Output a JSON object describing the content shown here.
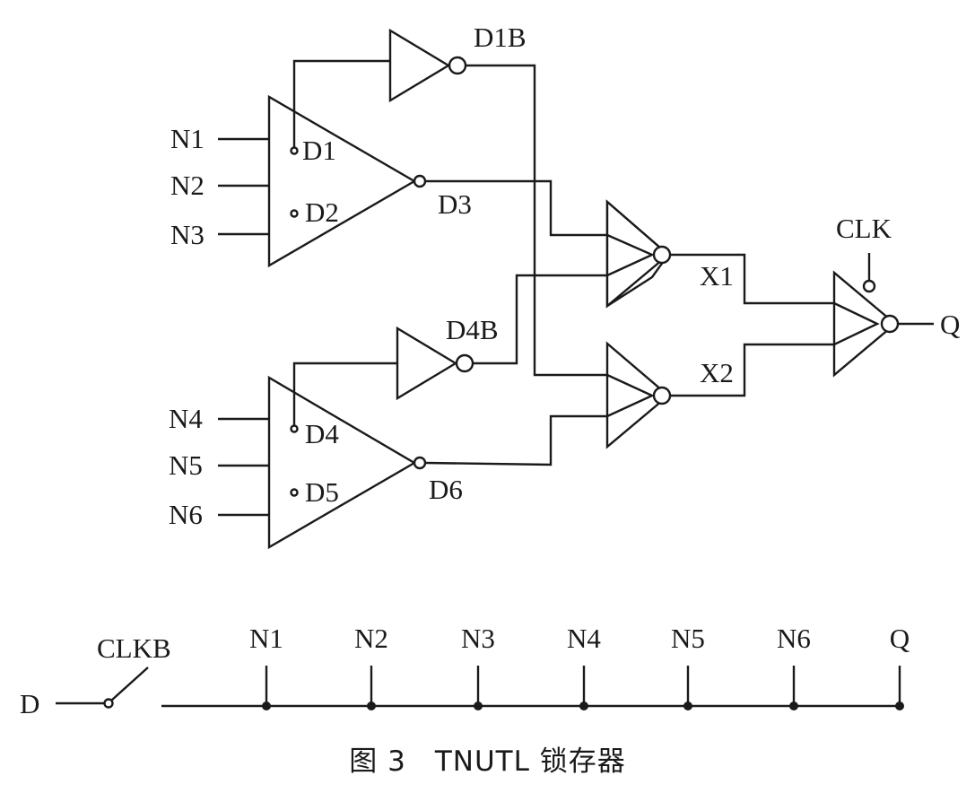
{
  "diagram": {
    "inputs_top": [
      "N1",
      "N2",
      "N3"
    ],
    "inputs_bottom": [
      "N4",
      "N5",
      "N6"
    ],
    "gate_top_pins": [
      "D1",
      "D2"
    ],
    "gate_top_output": "D3",
    "gate_bottom_pins": [
      "D4",
      "D5"
    ],
    "gate_bottom_output": "D6",
    "inverter_top_output": "D1B",
    "inverter_bottom_output": "D4B",
    "mid_outputs": [
      "X1",
      "X2"
    ],
    "clock": "CLK",
    "output": "Q"
  },
  "timeline": {
    "input": "D",
    "switch_label": "CLKB",
    "nodes": [
      "N1",
      "N2",
      "N3",
      "N4",
      "N5",
      "N6",
      "Q"
    ]
  },
  "caption": "图 3　TNUTL 锁存器"
}
